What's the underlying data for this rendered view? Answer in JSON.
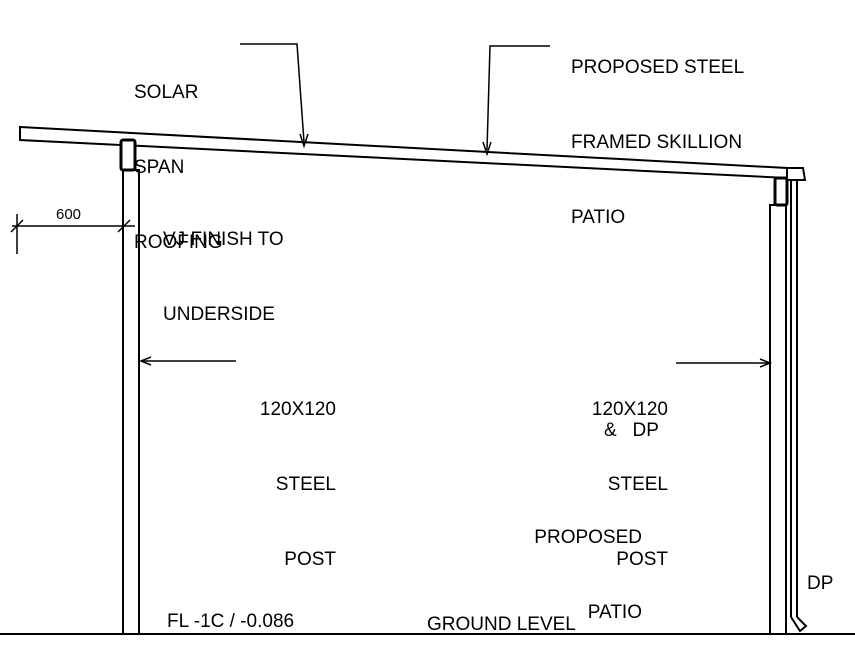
{
  "labels": {
    "solar_span": [
      "SOLAR",
      "SPAN",
      "ROOFING"
    ],
    "proposed_steel": [
      "PROPOSED STEEL",
      "FRAMED SKILLION",
      "PATIO"
    ],
    "vj_finish": [
      "VJ FINISH TO",
      "UNDERSIDE"
    ],
    "dim_600": "600",
    "post_left": [
      "120X120",
      "STEEL",
      "POST"
    ],
    "post_right": [
      "120X120",
      "STEEL",
      "POST"
    ],
    "and_dp": "&   DP",
    "proposed_patio": [
      "PROPOSED",
      "PATIO"
    ],
    "dp": "DP",
    "floor_level": "FL -1C / -0.086",
    "ground_level": "GROUND LEVEL"
  },
  "colors": {
    "line": "#000000",
    "background": "#ffffff"
  }
}
